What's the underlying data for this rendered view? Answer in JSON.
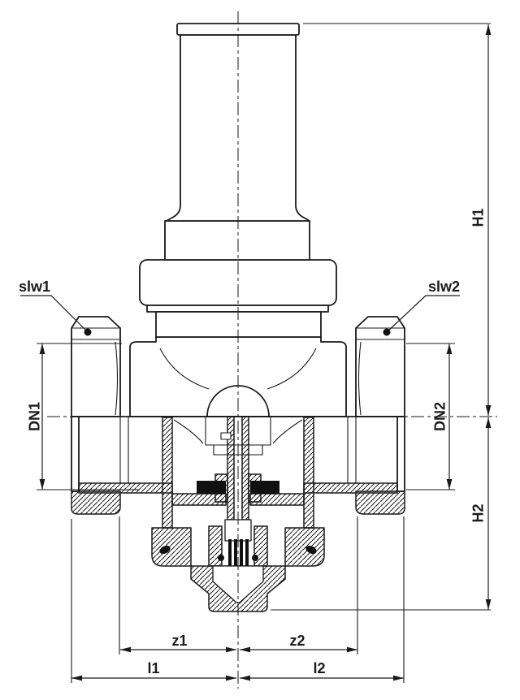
{
  "labels": {
    "slw1": "slw1",
    "slw2": "slw2",
    "dn1": "DN1",
    "dn2": "DN2",
    "h1": "H1",
    "h2": "H2",
    "z1": "z1",
    "z2": "z2",
    "l1": "l1",
    "l2": "l2"
  },
  "colors": {
    "line": "#1a1a1a",
    "background": "#ffffff",
    "seal": "#111111"
  }
}
